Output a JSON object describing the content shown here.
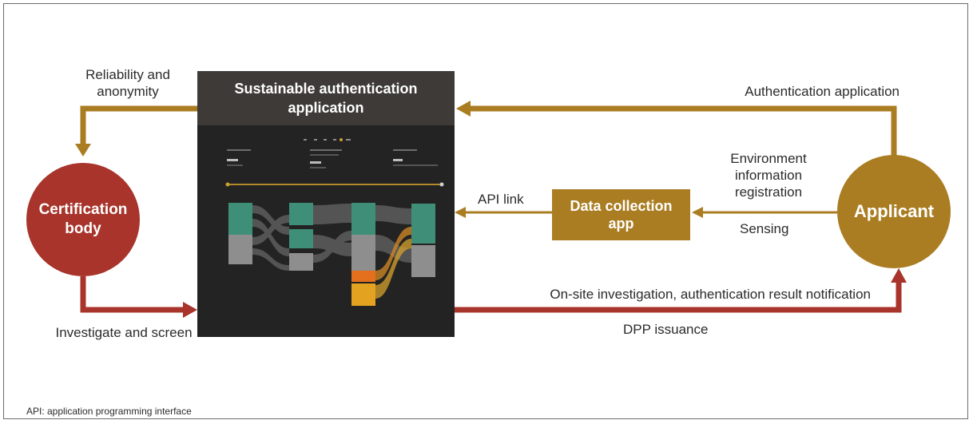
{
  "nodes": {
    "certification_body": "Certification body",
    "applicant": "Applicant",
    "data_collection_app": "Data collection app",
    "sustainable_app": "Sustainable authentication application"
  },
  "labels": {
    "reliability": "Reliability and anonymity",
    "authentication_application": "Authentication application",
    "environment_registration": "Environment information registration",
    "api_link": "API link",
    "sensing": "Sensing",
    "onsite": "On-site investigation, authentication result notification",
    "investigate": "Investigate and screen",
    "dpp": "DPP issuance"
  },
  "footnote": "API: application programming interface",
  "colors": {
    "gold": "#aa7d22",
    "red": "#a8342b",
    "dark_panel": "#232323",
    "panel_header": "#3d3a37"
  }
}
